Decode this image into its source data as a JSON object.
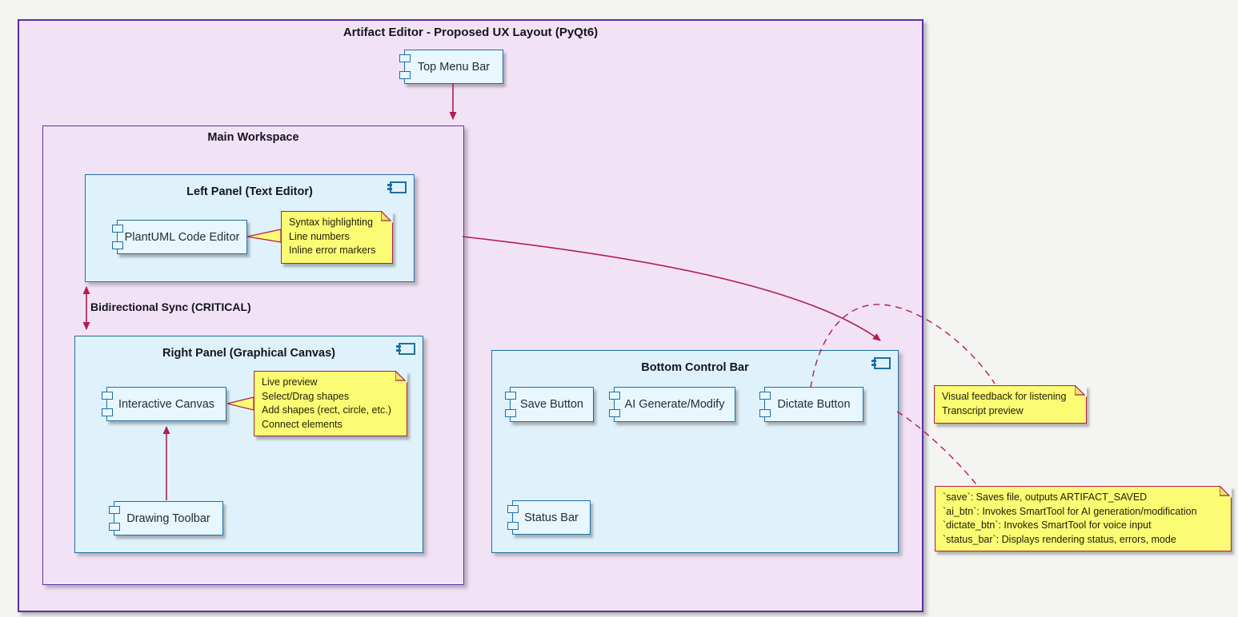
{
  "diagram": {
    "title": "Artifact Editor - Proposed UX Layout (PyQt6)",
    "top_menu_bar": {
      "label": "Top Menu Bar"
    },
    "main_workspace": {
      "title": "Main Workspace",
      "sync_label": "Bidirectional Sync (CRITICAL)",
      "left_panel": {
        "title": "Left Panel (Text Editor)",
        "editor_label": "PlantUML Code Editor",
        "note_lines": [
          "Syntax highlighting",
          "Line numbers",
          "Inline error markers"
        ]
      },
      "right_panel": {
        "title": "Right Panel (Graphical Canvas)",
        "canvas_label": "Interactive Canvas",
        "toolbar_label": "Drawing Toolbar",
        "note_lines": [
          "Live preview",
          "Select/Drag shapes",
          "Add shapes (rect, circle, etc.)",
          "Connect elements"
        ]
      }
    },
    "bottom_control_bar": {
      "title": "Bottom Control Bar",
      "save_label": "Save Button",
      "ai_label": "AI Generate/Modify",
      "dictate_label": "Dictate Button",
      "status_label": "Status Bar"
    },
    "side_notes": {
      "dictate_note_lines": [
        "Visual feedback for listening",
        "Transcript preview"
      ],
      "mapping_note_lines": [
        "`save`: Saves file, outputs ARTIFACT_SAVED",
        "`ai_btn`: Invokes SmartTool for AI generation/modification",
        "`dictate_btn`: Invokes SmartTool for voice input",
        "`status_bar`: Displays rendering status, errors, mode"
      ]
    },
    "icons": {
      "component_icon": "rect-with-two-side-tabs",
      "note_fold_icon": "folded-corner"
    },
    "colors": {
      "package_fill": "#f2e2f5",
      "package_border": "#5b2ca8",
      "panel_fill": "#dff2fb",
      "panel_border": "#1d6fa5",
      "note_fill": "#fbfb74",
      "link_crimson": "#b01e4e",
      "page_background": "#f4f4f3"
    }
  }
}
